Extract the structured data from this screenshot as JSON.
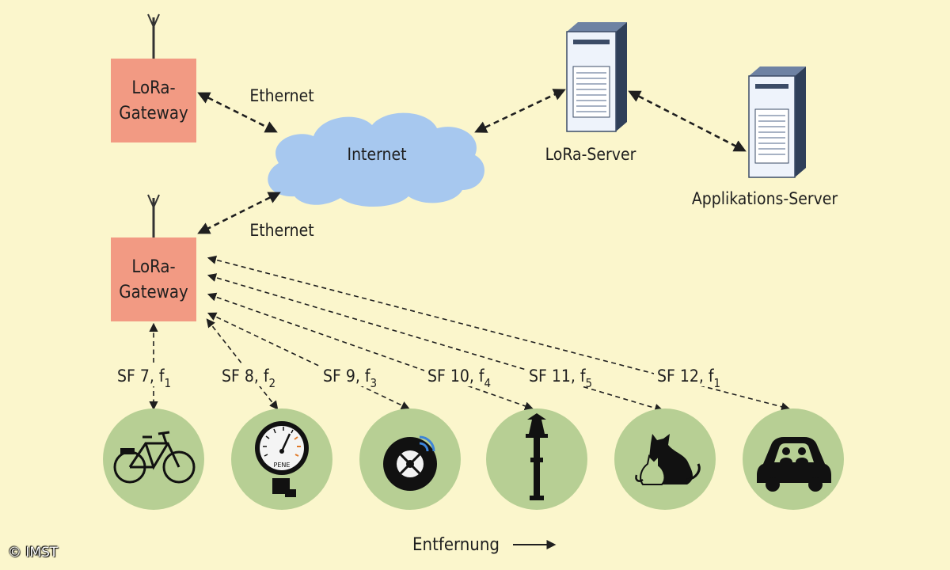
{
  "gateway_top": {
    "line1": "LoRa-",
    "line2": "Gateway"
  },
  "gateway_bottom": {
    "line1": "LoRa-",
    "line2": "Gateway"
  },
  "labels": {
    "ethernet_top": "Ethernet",
    "ethernet_bottom": "Ethernet",
    "internet": "Internet",
    "lora_server": "LoRa-Server",
    "app_server": "Applikations-Server",
    "distance": "Entfernung"
  },
  "links": [
    {
      "sf": "SF 7, f",
      "sub": "1"
    },
    {
      "sf": "SF 8, f",
      "sub": "2"
    },
    {
      "sf": "SF 9, f",
      "sub": "3"
    },
    {
      "sf": "SF 10, f",
      "sub": "4"
    },
    {
      "sf": "SF 11, f",
      "sub": "5"
    },
    {
      "sf": "SF 12, f",
      "sub": "1"
    }
  ],
  "devices": [
    {
      "icon": "bicycle-icon"
    },
    {
      "icon": "pressure-gauge-icon",
      "gauge_text": "PENE"
    },
    {
      "icon": "tire-sensor-icon"
    },
    {
      "icon": "street-lamp-icon"
    },
    {
      "icon": "pets-icon"
    },
    {
      "icon": "car-icon"
    }
  ],
  "copyright": "© IMST",
  "colors": {
    "background": "#fbf6cc",
    "gateway": "#f29a83",
    "cloud": "#a7c8ef",
    "device_circle": "#b7cf94"
  }
}
